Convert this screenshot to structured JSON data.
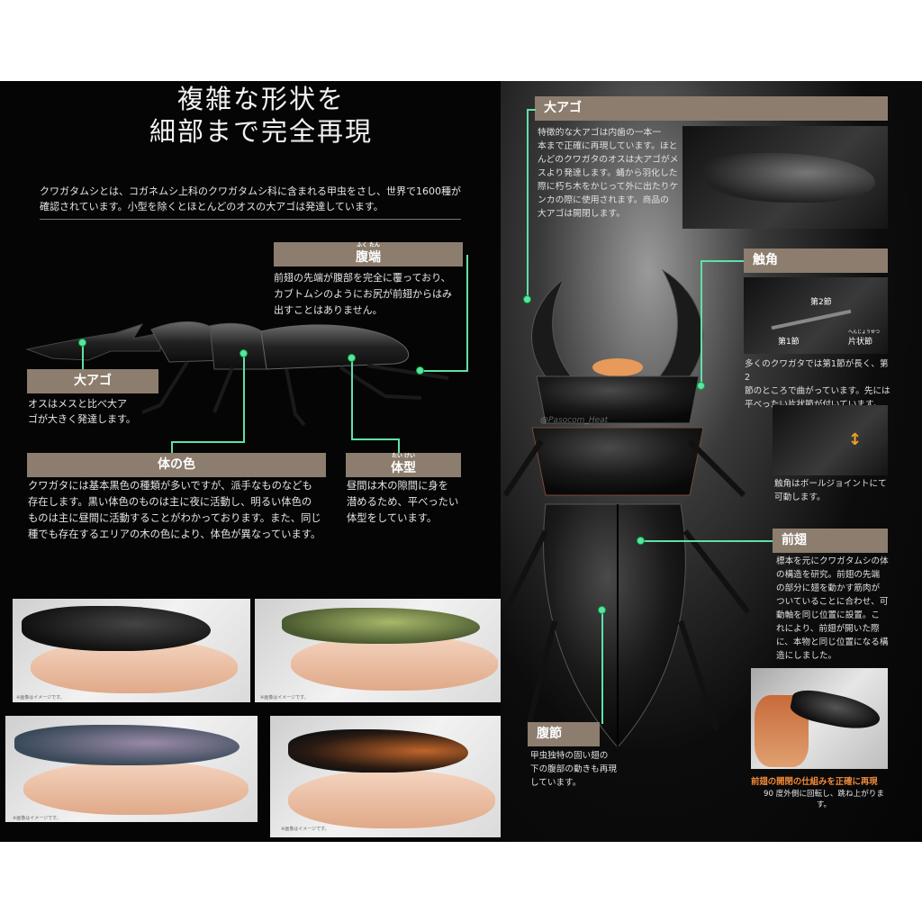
{
  "left": {
    "title_line1": "複雑な形状を",
    "title_line2": "細部まで完全再現",
    "intro_line1": "クワガタムシとは、コガネムシ上科のクワガタムシ科に含まれる甲虫をさし、世界で1600種が",
    "intro_line2": "確認されています。小型を除くとほとんどのオスの大アゴは発達しています。",
    "fukutan": {
      "ruby": "ふく たん",
      "label": "腹端",
      "lines": [
        "前翅の先端が腹部を完全に覆っており、",
        "カブトムシのようにお尻が前翅からはみ",
        "出すことはありません。"
      ]
    },
    "oago": {
      "label": "大アゴ",
      "lines": [
        "オスはメスと比べ大ア",
        "ゴが大きく発達します。"
      ]
    },
    "karada_iro": {
      "label": "体の色",
      "lines": [
        "クワガタには基本黒色の種類が多いですが、派手なものなども",
        "存在します。黒い体色のものは主に夜に活動し、明るい体色の",
        "ものは主に昼間に活動することがわかっております。また、同じ",
        "種でも存在するエリアの木の色により、体色が異なっています。"
      ]
    },
    "taikei": {
      "ruby": "たい けい",
      "label": "体型",
      "lines": [
        "昼間は木の隙間に身を",
        "潜めるため、平べったい",
        "体型をしています。"
      ]
    },
    "photo_note": "※画像はイメージです。"
  },
  "right": {
    "oago": {
      "label": "大アゴ",
      "lines": [
        "特徴的な大アゴは内歯の一本一",
        "本まで正確に再現しています。ほと",
        "んどのクワガタのオスは大アゴがメ",
        "スより発達します。蛹から羽化した",
        "際に朽ち木をかじって外に出たりケ",
        "ンカの際に使用されます。商品の",
        "大アゴは開閉します。"
      ]
    },
    "shokkaku": {
      "label": "触角",
      "node2": "第2節",
      "node1": "第1節",
      "katajo_ruby": "へんじょうせつ",
      "katajo": "片状節",
      "lines": [
        "多くのクワガタでは第1節が長く、第2",
        "節のところで曲がっています。先には",
        "平べったい片状節が付いています。"
      ],
      "lines2": [
        "触角はボールジョイントにて",
        "可動します。"
      ]
    },
    "watermark": "@Pasocom_Heat",
    "zenshi": {
      "label": "前翅",
      "lines": [
        "標本を元にクワガタムシの体",
        "の構造を研究。前翅の先端",
        "の部分に翅を動かす筋肉が",
        "ついていることに合わせ、可",
        "動軸を同じ位置に設置。こ",
        "れにより、前翅が開いた際",
        "に、本物と同じ位置になる構",
        "造にしました。"
      ],
      "caption_bold": "前翅の開閉の仕組みを正確に再現",
      "caption": "90 度外側に回転し、跳ね上がります。"
    },
    "fukusetsu": {
      "label": "腹節",
      "lines": [
        "甲虫独特の固い翅の",
        "下の腹部の動きも再現",
        "しています。"
      ]
    }
  },
  "colors": {
    "label_bg": "#8c7d6e",
    "leader_line": "#5ee1a8",
    "background": "#050505"
  }
}
